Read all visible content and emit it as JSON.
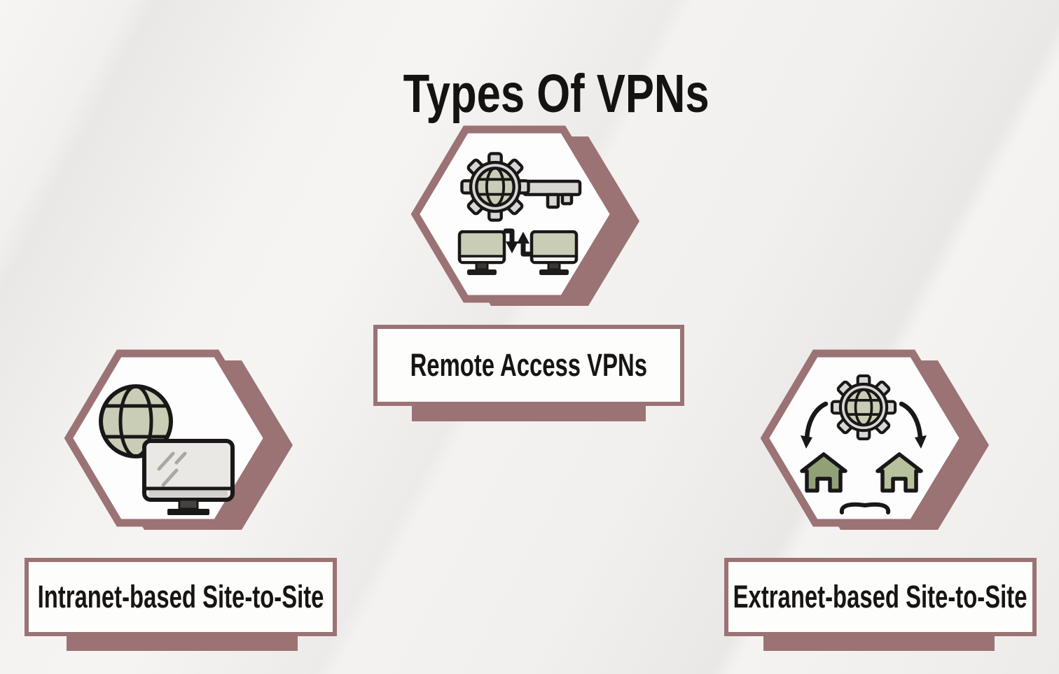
{
  "page": {
    "title": "Types Of VPNs"
  },
  "palette": {
    "background": "#f1efed",
    "accent_mauve": "#9b7374",
    "sage_green": "#c9cdb5",
    "house_green_dark": "#91a176",
    "house_green_light": "#b7c19d",
    "metal_gray": "#d8d7d3",
    "outline_black": "#1a1718",
    "text_black": "#151211",
    "box_white": "#fdfdfc"
  },
  "vpn_types": [
    {
      "id": "remote-access",
      "label": "Remote Access VPNs",
      "icon": "globe-gear-key-with-computers-icon"
    },
    {
      "id": "intranet-site-to-site",
      "label": "Intranet-based Site-to-Site",
      "icon": "globe-with-monitor-icon"
    },
    {
      "id": "extranet-site-to-site",
      "label": "Extranet-based Site-to-Site",
      "icon": "globe-gear-syncing-sites-icon"
    }
  ]
}
